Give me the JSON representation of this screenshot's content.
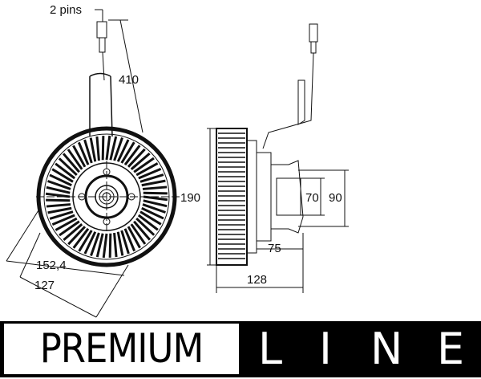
{
  "dimensions": {
    "pins": "2 pins",
    "cable_length": "410",
    "fan_diameter": "190",
    "bolt_circle": "152,4",
    "inner_circle": "127",
    "hub_inner": "70",
    "hub_outer": "90",
    "hub_depth": "75",
    "overall_depth": "128"
  },
  "banner": {
    "premium": "PREMIUM",
    "line_letters": [
      "L",
      "I",
      "N",
      "E"
    ]
  }
}
